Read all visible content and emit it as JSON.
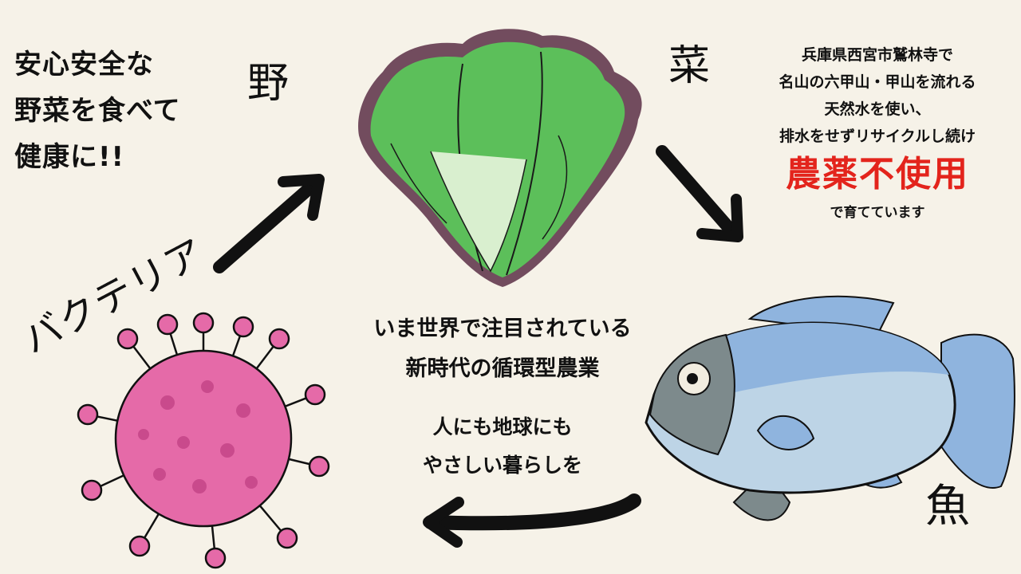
{
  "tagline": {
    "lines": [
      "安心安全な",
      "野菜を食べて",
      "健康に!!"
    ]
  },
  "labels": {
    "vegetable_kanji_1": "野",
    "vegetable_kanji_2": "菜",
    "fish_kanji": "魚",
    "bacteria": "バクテリア"
  },
  "info": {
    "lines": [
      "兵庫県西宮市鷲林寺で",
      "名山の六甲山・甲山を流れる",
      "天然水を使い、",
      "排水をせずリサイクルし続け"
    ],
    "highlight": "農薬不使用",
    "tail": "で育てています"
  },
  "center": {
    "line1": "いま世界で注目されている",
    "line2": "新時代の循環型農業",
    "line3": "人にも地球にも",
    "line4": "やさしい暮らしを"
  },
  "colors": {
    "background": "#f6f2e8",
    "highlight_red": "#e3241c",
    "lettuce_green": "#5cbf5a",
    "lettuce_edge": "#5a2f45",
    "fish_blue": "#8fb4de",
    "fish_gray": "#7d8a8c",
    "bacteria_pink": "#e56aa8"
  }
}
